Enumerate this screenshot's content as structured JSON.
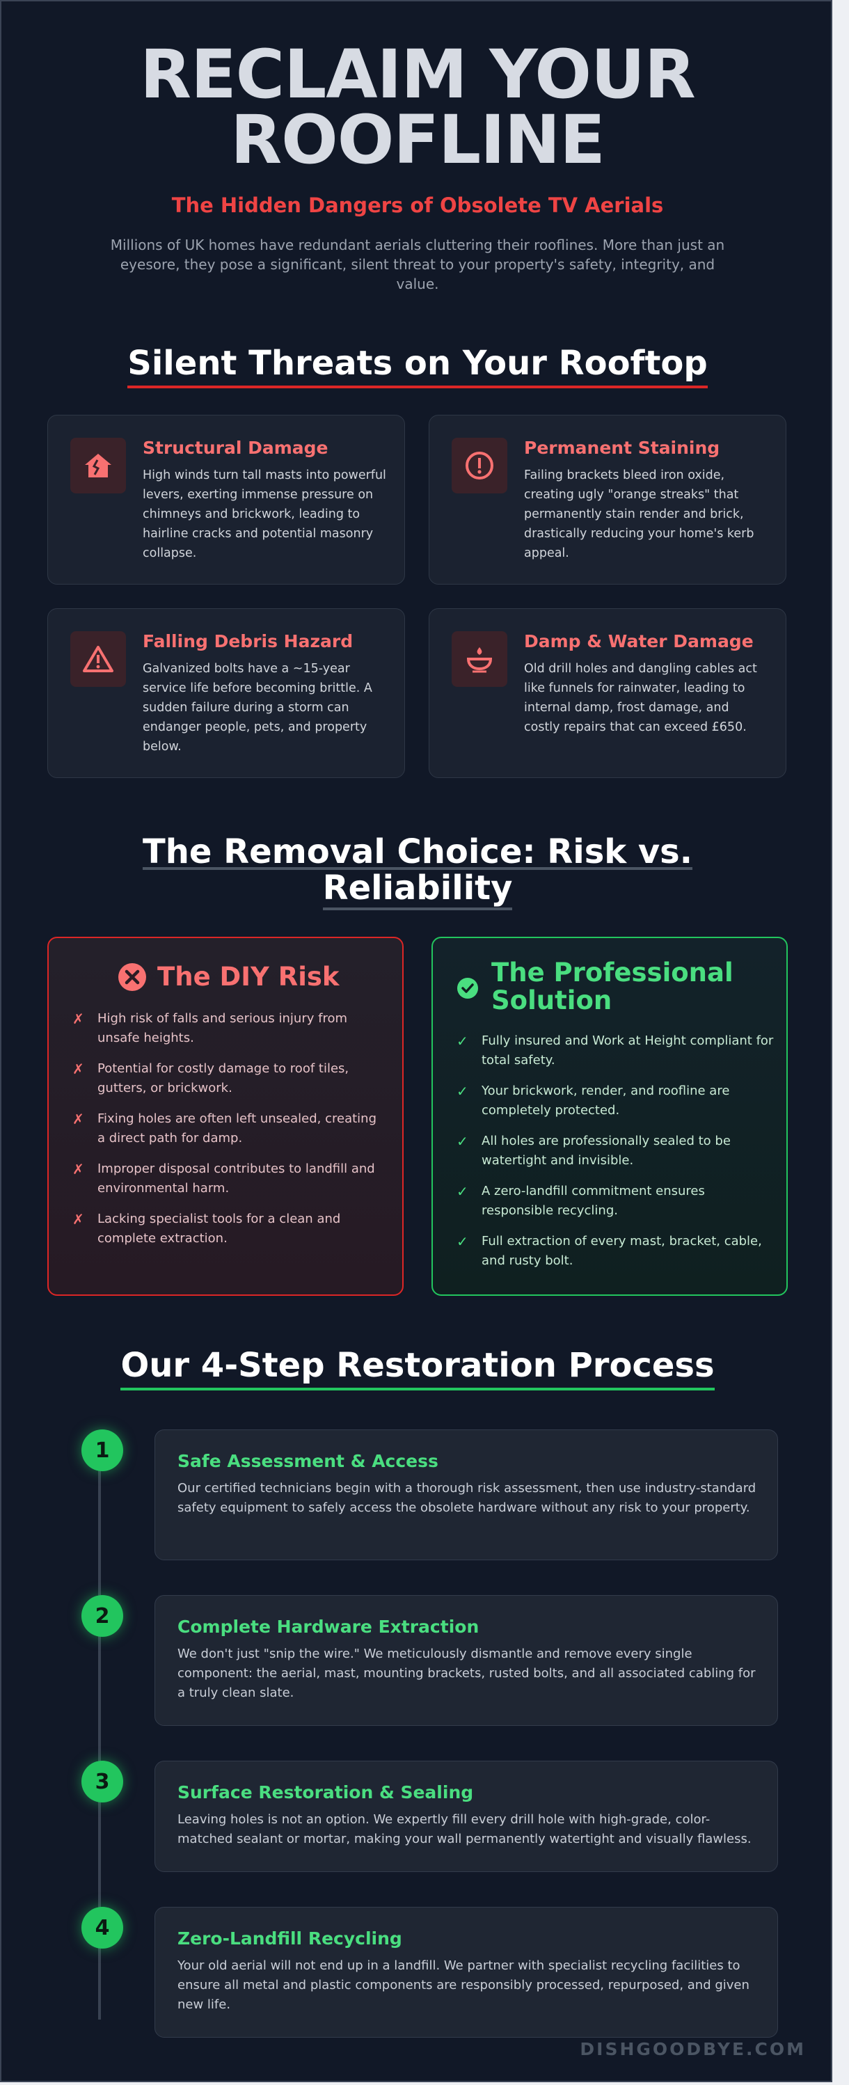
{
  "hero": {
    "title_line1": "RECLAIM YOUR",
    "title_line2": "ROOFLINE",
    "subtitle": "The Hidden Dangers of Obsolete TV Aerials",
    "intro": "Millions of UK homes have redundant aerials cluttering their rooflines. More than just an eyesore, they pose a significant, silent threat to your property's safety, integrity, and value."
  },
  "threats": {
    "heading": "Silent Threats on Your Rooftop",
    "items": [
      {
        "icon": "house-damage-icon",
        "title": "Structural Damage",
        "desc": "High winds turn tall masts into powerful levers, exerting immense pressure on chimneys and brickwork, leading to hairline cracks and potential masonry collapse."
      },
      {
        "icon": "exclamation-circle-icon",
        "title": "Permanent Staining",
        "desc": "Failing brackets bleed iron oxide, creating ugly \"orange streaks\" that permanently stain render and brick, drastically reducing your home's kerb appeal."
      },
      {
        "icon": "warning-triangle-icon",
        "title": "Falling Debris Hazard",
        "desc": "Galvanized bolts have a ~15-year service life before becoming brittle. A sudden failure during a storm can endanger people, pets, and property below."
      },
      {
        "icon": "water-drip-icon",
        "title": "Damp & Water Damage",
        "desc": "Old drill holes and dangling cables act like funnels for rainwater, leading to internal damp, frost damage, and costly repairs that can exceed £650."
      }
    ]
  },
  "choice": {
    "heading_line1": "The Removal Choice: Risk vs.",
    "heading_line2": "Reliability",
    "diy": {
      "title": "The DIY Risk",
      "mark": "✗",
      "items": [
        "High risk of falls and serious injury from unsafe heights.",
        "Potential for costly damage to roof tiles, gutters, or brickwork.",
        "Fixing holes are often left unsealed, creating a direct path for damp.",
        "Improper disposal contributes to landfill and environmental harm.",
        "Lacking specialist tools for a clean and complete extraction."
      ]
    },
    "pro": {
      "title_line1": "The Professional",
      "title_line2": "Solution",
      "mark": "✓",
      "items": [
        "Fully insured and Work at Height compliant for total safety.",
        "Your brickwork, render, and roofline are completely protected.",
        "All holes are professionally sealed to be watertight and invisible.",
        "A zero-landfill commitment ensures responsible recycling.",
        "Full extraction of every mast, bracket, cable, and rusty bolt."
      ]
    }
  },
  "process": {
    "heading": "Our 4-Step Restoration Process",
    "steps": [
      {
        "number": "1",
        "title": "Safe Assessment & Access",
        "desc": "Our certified technicians begin with a thorough risk assessment, then use industry-standard safety equipment to safely access the obsolete hardware without any risk to your property."
      },
      {
        "number": "2",
        "title": "Complete Hardware Extraction",
        "desc": "We don't just \"snip the wire.\" We meticulously dismantle and remove every single component: the aerial, mast, mounting brackets, rusted bolts, and all associated cabling for a truly clean slate."
      },
      {
        "number": "3",
        "title": "Surface Restoration & Sealing",
        "desc": "Leaving holes is not an option. We expertly fill every drill hole with high-grade, color-matched sealant or mortar, making your wall permanently watertight and visually flawless."
      },
      {
        "number": "4",
        "title": "Zero-Landfill Recycling",
        "desc": "Your old aerial will not end up in a landfill. We partner with specialist recycling facilities to ensure all metal and plastic components are responsibly processed, repurposed, and given new life."
      }
    ]
  },
  "footer": {
    "brand": "DISHGOODBYE.COM"
  },
  "colors": {
    "accent_red": "#ef4444",
    "accent_green": "#22c55e",
    "background": "#111827"
  }
}
